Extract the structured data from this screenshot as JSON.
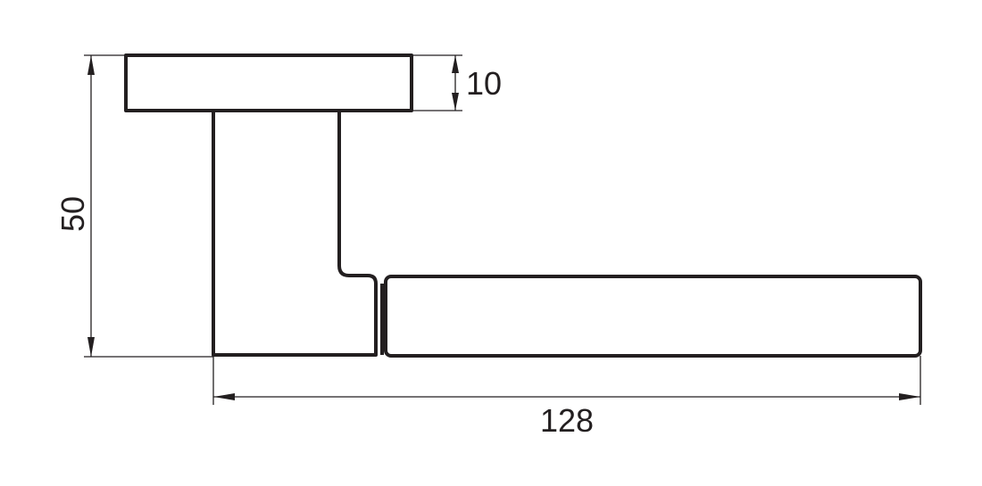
{
  "dimensions": {
    "rose_thickness": "10",
    "overall_height": "50",
    "handle_length": "128"
  },
  "colors": {
    "line": "#231f20",
    "background": "#ffffff"
  }
}
